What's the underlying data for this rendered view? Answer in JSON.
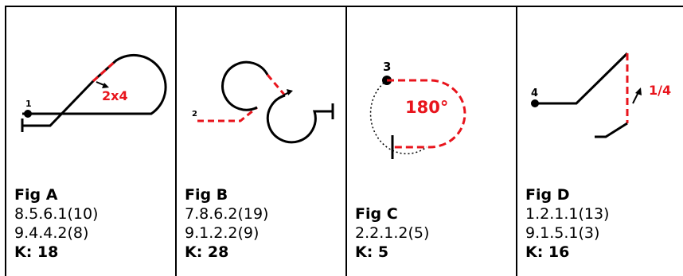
{
  "colors": {
    "ink": "#000000",
    "accent": "#e8141c"
  },
  "figures": [
    {
      "title": "Fig A",
      "lines": [
        "8.5.6.1(10)",
        "9.4.4.2(8)"
      ],
      "k": "K: 18",
      "start_label": "1",
      "annotation": "2x4"
    },
    {
      "title": "Fig B",
      "lines": [
        "7.8.6.2(19)",
        "9.1.2.2(9)"
      ],
      "k": "K: 28",
      "start_label": "2",
      "annotation": ""
    },
    {
      "title": "Fig C",
      "lines": [
        "2.2.1.2(5)"
      ],
      "k": "K: 5",
      "start_label": "3",
      "annotation": "180°"
    },
    {
      "title": "Fig D",
      "lines": [
        "1.2.1.1(13)",
        "9.1.5.1(3)"
      ],
      "k": "K: 16",
      "start_label": "4",
      "annotation": "1/4"
    }
  ]
}
